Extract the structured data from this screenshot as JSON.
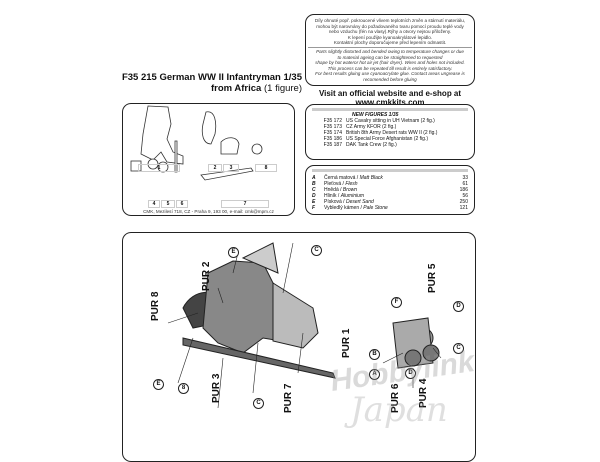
{
  "notice": {
    "cz": [
      "Díly ohnuté popř. pokroucené vlivem teplotních změn a stárnutí materiálu,",
      "mohou být narovnány do požadovaného tvaru pomocí proudu teplé vody",
      "nebo vzduchu (fén na vlasy).Rýhy a otvory nejsou přiloženy.",
      "K lepení použijte kyanoakrylátové lepidlo.",
      "Kontaktní plochy doporučujeme před lepením odmastit."
    ],
    "en": [
      "Parts slightly distorted and bended owing to temperature changes or due",
      "to material ageing can be straightened to requested",
      "shape by hot wateror hot air jet (hair dryer). Wires and holes not included.",
      "This process can be repeated till result is entirely satisfactory.",
      "For best results gluing use cyanoacrylate glue. Contact areas ungrease is",
      "recomended before gluing"
    ]
  },
  "title": {
    "line1": "F35 215  German WW II Infantryman 1/35",
    "line2": "from Africa",
    "count": "(1 figure)"
  },
  "website": {
    "line1": "Visit an official website and e-shop at",
    "line2": "www.cmkkits.com"
  },
  "parts": {
    "labels": [
      "1",
      "2",
      "3",
      "8",
      "4",
      "5",
      "6",
      "7"
    ],
    "address": "CMK, Mezilesí 718, CZ - Praha 9, 193 00, e-mail: cmk@mpm.cz"
  },
  "new_figures": {
    "heading": "NEW FIGURES  1/35",
    "items": [
      {
        "code": "F35 172",
        "name": "US Cavalry sitting in UH Vietnam (2 fig.)"
      },
      {
        "code": "F35 173",
        "name": "CZ Army KFOR (2 fig.)"
      },
      {
        "code": "F35 174",
        "name": "British 8th Army Desert rats WW II (2 fig.)"
      },
      {
        "code": "F35 186",
        "name": "US Special Force Afghanistan (2 fig.)"
      },
      {
        "code": "F35 187",
        "name": "DAK Tank Crew (2 fig.)"
      }
    ]
  },
  "paints": [
    {
      "letter": "A",
      "cz": "Černá matová",
      "en": "Matt Black",
      "num": "33"
    },
    {
      "letter": "B",
      "cz": "Pleťová",
      "en": "Flesh",
      "num": "61"
    },
    {
      "letter": "C",
      "cz": "Hnědá",
      "en": "Brown",
      "num": "186"
    },
    {
      "letter": "D",
      "cz": "Hliník",
      "en": "Aluminium",
      "num": "56"
    },
    {
      "letter": "E",
      "cz": "Písková",
      "en": "Desert Sand",
      "num": "250"
    },
    {
      "letter": "F",
      "cz": "Vybledlý kámen",
      "en": "Pale Stone",
      "num": "121"
    }
  ],
  "assembly": {
    "labels": [
      "PUR 8",
      "PUR 2",
      "PUR 3",
      "PUR 7",
      "PUR 1",
      "PUR 5",
      "PUR 6",
      "PUR 4"
    ],
    "callouts": [
      "E",
      "C",
      "8",
      "C",
      "E",
      "B",
      "A",
      "F",
      "D",
      "D",
      "C"
    ]
  },
  "watermark": [
    "Hobbylink",
    "Japan"
  ]
}
